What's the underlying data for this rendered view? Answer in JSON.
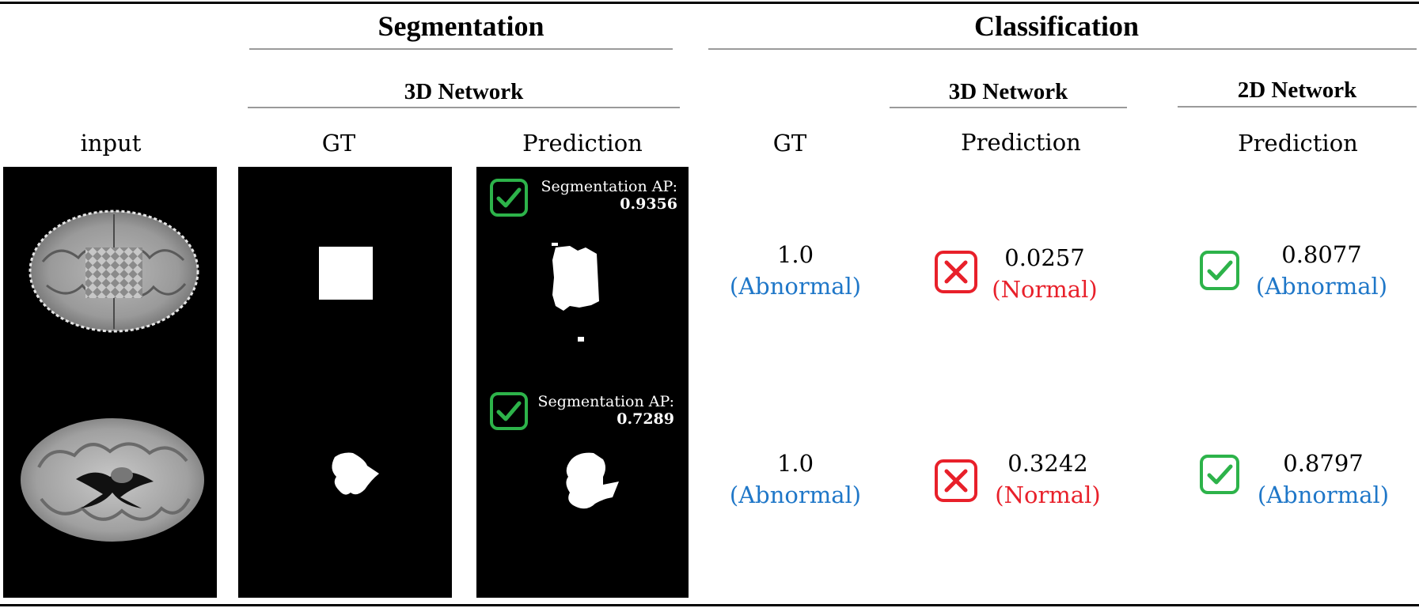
{
  "headers": {
    "segmentation": "Segmentation",
    "classification": "Classification",
    "seg_network": "3D Network",
    "cls_3d_network": "3D Network",
    "cls_2d_network": "2D Network"
  },
  "columns": {
    "input": "input",
    "seg_gt": "GT",
    "seg_prediction": "Prediction",
    "cls_gt": "GT",
    "cls_3d_prediction": "Prediction",
    "cls_2d_prediction": "Prediction"
  },
  "rows": [
    {
      "seg_ap_label": "Segmentation AP:",
      "seg_ap_value": "0.9356",
      "seg_status": "check-icon",
      "gt_score": "1.0",
      "gt_class": "(Abnormal)",
      "pred3d_score": "0.0257",
      "pred3d_class": "(Normal)",
      "pred3d_status": "cross-icon",
      "pred2d_score": "0.8077",
      "pred2d_class": "(Abnormal)",
      "pred2d_status": "check-icon"
    },
    {
      "seg_ap_label": "Segmentation AP:",
      "seg_ap_value": "0.7289",
      "seg_status": "check-icon",
      "gt_score": "1.0",
      "gt_class": "(Abnormal)",
      "pred3d_score": "0.3242",
      "pred3d_class": "(Normal)",
      "pred3d_status": "cross-icon",
      "pred2d_score": "0.8797",
      "pred2d_class": "(Abnormal)",
      "pred2d_status": "check-icon"
    }
  ],
  "colors": {
    "abnormal": "#1f77c8",
    "normal": "#e8202a",
    "check": "#2db34a",
    "cross": "#e8202a"
  }
}
